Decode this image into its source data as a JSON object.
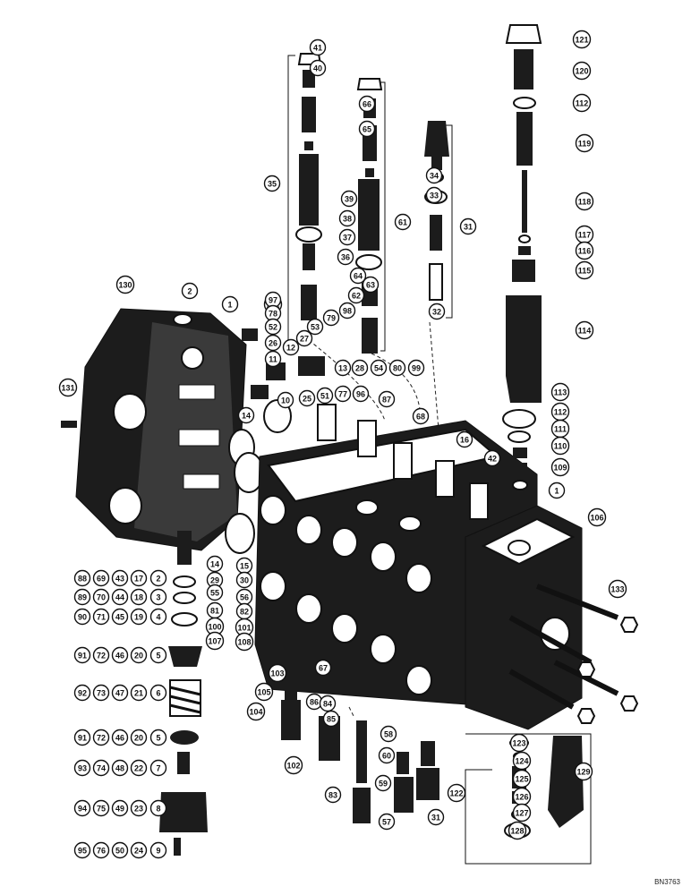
{
  "callouts": [
    {
      "label": "41"
    },
    {
      "label": "40"
    },
    {
      "label": "66"
    },
    {
      "label": "65"
    },
    {
      "label": "35"
    },
    {
      "label": "39"
    },
    {
      "label": "38"
    },
    {
      "label": "37"
    },
    {
      "label": "36"
    },
    {
      "label": "61"
    },
    {
      "label": "64"
    },
    {
      "label": "63"
    },
    {
      "label": "62"
    },
    {
      "label": "34"
    },
    {
      "label": "33"
    },
    {
      "label": "31"
    },
    {
      "label": "32"
    },
    {
      "label": "121"
    },
    {
      "label": "120"
    },
    {
      "label": "112"
    },
    {
      "label": "119"
    },
    {
      "label": "118"
    },
    {
      "label": "117"
    },
    {
      "label": "116"
    },
    {
      "label": "115"
    },
    {
      "label": "114"
    },
    {
      "label": "113"
    },
    {
      "label": "112"
    },
    {
      "label": "111"
    },
    {
      "label": "110"
    },
    {
      "label": "109"
    },
    {
      "label": "1"
    },
    {
      "label": "106"
    },
    {
      "label": "133"
    },
    {
      "label": "130"
    },
    {
      "label": "2"
    },
    {
      "label": "1"
    },
    {
      "label": "132"
    },
    {
      "label": "97"
    },
    {
      "label": "78"
    },
    {
      "label": "52"
    },
    {
      "label": "53"
    },
    {
      "label": "79"
    },
    {
      "label": "98"
    },
    {
      "label": "27"
    },
    {
      "label": "26"
    },
    {
      "label": "11"
    },
    {
      "label": "12"
    },
    {
      "label": "13"
    },
    {
      "label": "28"
    },
    {
      "label": "54"
    },
    {
      "label": "80"
    },
    {
      "label": "99"
    },
    {
      "label": "10"
    },
    {
      "label": "25"
    },
    {
      "label": "51"
    },
    {
      "label": "77"
    },
    {
      "label": "96"
    },
    {
      "label": "131"
    },
    {
      "label": "14"
    },
    {
      "label": "87"
    },
    {
      "label": "68"
    },
    {
      "label": "16"
    },
    {
      "label": "42"
    },
    {
      "label": "14"
    },
    {
      "label": "15"
    },
    {
      "label": "29"
    },
    {
      "label": "55"
    },
    {
      "label": "81"
    },
    {
      "label": "100"
    },
    {
      "label": "107"
    },
    {
      "label": "30"
    },
    {
      "label": "56"
    },
    {
      "label": "82"
    },
    {
      "label": "101"
    },
    {
      "label": "108"
    },
    {
      "label": "88"
    },
    {
      "label": "69"
    },
    {
      "label": "43"
    },
    {
      "label": "17"
    },
    {
      "label": "2"
    },
    {
      "label": "89"
    },
    {
      "label": "70"
    },
    {
      "label": "44"
    },
    {
      "label": "18"
    },
    {
      "label": "3"
    },
    {
      "label": "90"
    },
    {
      "label": "71"
    },
    {
      "label": "45"
    },
    {
      "label": "19"
    },
    {
      "label": "4"
    },
    {
      "label": "91"
    },
    {
      "label": "72"
    },
    {
      "label": "46"
    },
    {
      "label": "20"
    },
    {
      "label": "5"
    },
    {
      "label": "92"
    },
    {
      "label": "73"
    },
    {
      "label": "47"
    },
    {
      "label": "21"
    },
    {
      "label": "6"
    },
    {
      "label": "91"
    },
    {
      "label": "72"
    },
    {
      "label": "46"
    },
    {
      "label": "20"
    },
    {
      "label": "5"
    },
    {
      "label": "93"
    },
    {
      "label": "74"
    },
    {
      "label": "48"
    },
    {
      "label": "22"
    },
    {
      "label": "7"
    },
    {
      "label": "94"
    },
    {
      "label": "75"
    },
    {
      "label": "49"
    },
    {
      "label": "23"
    },
    {
      "label": "8"
    },
    {
      "label": "95"
    },
    {
      "label": "76"
    },
    {
      "label": "50"
    },
    {
      "label": "24"
    },
    {
      "label": "9"
    },
    {
      "label": "103"
    },
    {
      "label": "105"
    },
    {
      "label": "104"
    },
    {
      "label": "102"
    },
    {
      "label": "67"
    },
    {
      "label": "86"
    },
    {
      "label": "84"
    },
    {
      "label": "85"
    },
    {
      "label": "83"
    },
    {
      "label": "58"
    },
    {
      "label": "60"
    },
    {
      "label": "59"
    },
    {
      "label": "57"
    },
    {
      "label": "31"
    },
    {
      "label": "123"
    },
    {
      "label": "124"
    },
    {
      "label": "125"
    },
    {
      "label": "126"
    },
    {
      "label": "127"
    },
    {
      "label": "128"
    },
    {
      "label": "122"
    },
    {
      "label": "129"
    }
  ],
  "drawing_code": "BN3763"
}
